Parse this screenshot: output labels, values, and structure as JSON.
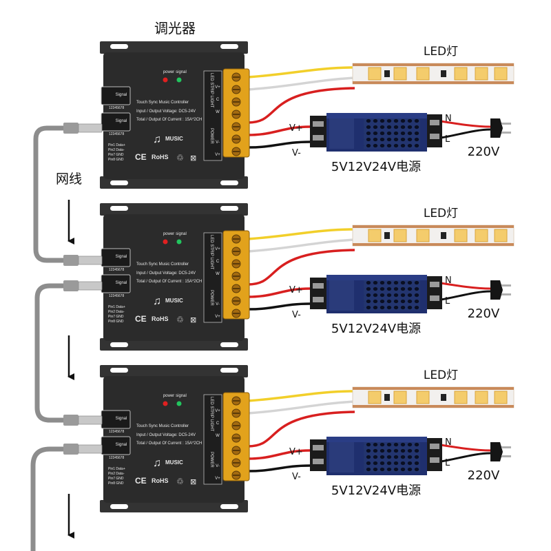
{
  "title": "调光器",
  "cable_label": "网线",
  "units": [
    {
      "controller": {
        "indicator_power": "power",
        "indicator_signal": "signal",
        "product": "Touch Sync Music Controller",
        "voltage": "Input / Output Voltage: DC5-24V",
        "current": "Total / Output Of Current : 15A*2CH",
        "strip_header": "LED STRIP LIGHT",
        "terminal_labels": [
          "V+",
          "C",
          "W"
        ],
        "power_header": "POWER",
        "power_labels": [
          "V-",
          "V+"
        ],
        "port_label": "Signal",
        "port_side_text": "12345678",
        "pins": [
          "Pin1 Data+",
          "Pin2 Data-",
          "Pin7 GND",
          "Pin8 GND"
        ],
        "music": "MUSIC",
        "ce": "CE",
        "rohs": "RoHS"
      },
      "strip_label": "LED灯",
      "supply_label": "5V12V24V电源",
      "vplus": "V+",
      "vminus": "V-",
      "n": "N",
      "l": "L",
      "mains": "220V"
    },
    {
      "controller": {
        "indicator_power": "power",
        "indicator_signal": "signal",
        "product": "Touch Sync Music Controller",
        "voltage": "Input / Output Voltage: DC5-24V",
        "current": "Total / Output Of Current : 15A*2CH",
        "strip_header": "LED STRIP LIGHT",
        "terminal_labels": [
          "V+",
          "C",
          "W"
        ],
        "power_header": "POWER",
        "power_labels": [
          "V-",
          "V+"
        ],
        "port_label": "Signal",
        "port_side_text": "12345678",
        "pins": [
          "Pin1 Data+",
          "Pin2 Data-",
          "Pin7 GND",
          "Pin8 GND"
        ],
        "music": "MUSIC",
        "ce": "CE",
        "rohs": "RoHS"
      },
      "strip_label": "LED灯",
      "supply_label": "5V12V24V电源",
      "vplus": "V+",
      "vminus": "V-",
      "n": "N",
      "l": "L",
      "mains": "220V"
    },
    {
      "controller": {
        "indicator_power": "power",
        "indicator_signal": "signal",
        "product": "Touch Sync Music Controller",
        "voltage": "Input / Output Voltage: DC5-24V",
        "current": "Total / Output Of Current : 15A*2CH",
        "strip_header": "LED STRIP LIGHT",
        "terminal_labels": [
          "V+",
          "C",
          "W"
        ],
        "power_header": "POWER",
        "power_labels": [
          "V-",
          "V+"
        ],
        "port_label": "Signal",
        "port_side_text": "12345678",
        "pins": [
          "Pin1 Data+",
          "Pin2 Data-",
          "Pin7 GND",
          "Pin8 GND"
        ],
        "music": "MUSIC",
        "ce": "CE",
        "rohs": "RoHS"
      },
      "strip_label": "LED灯",
      "supply_label": "5V12V24V电源",
      "vplus": "V+",
      "vminus": "V-",
      "n": "N",
      "l": "L",
      "mains": "220V"
    }
  ],
  "colors": {
    "controller_body": "#2b2b2b",
    "terminal_block": "#e2a21c",
    "strip_base": "#f2f0ee",
    "led_chip": "#f4cc6c",
    "supply_body": "#1f2f6e",
    "wire_yellow": "#f2cf2a",
    "wire_white": "#d4d4d4",
    "wire_red": "#d81f1f",
    "wire_black": "#111111",
    "ethernet_cable": "#8d8d8d"
  }
}
